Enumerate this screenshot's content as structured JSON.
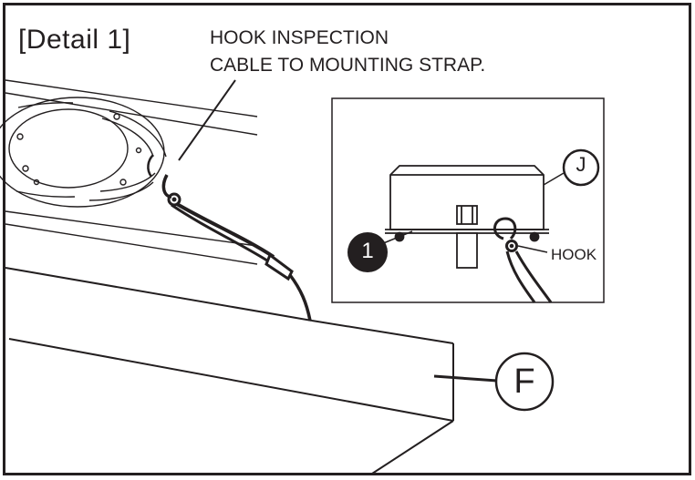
{
  "detail": {
    "title": "[Detail  1]",
    "instruction_line1": "HOOK  INSPECTION",
    "instruction_line2": "CABLE TO MOUNTING STRAP."
  },
  "callouts": {
    "hook_label": "HOOK",
    "j_marker": "J",
    "one_marker": "1",
    "f_marker": "F"
  },
  "colors": {
    "line": "#231f20",
    "background": "#ffffff"
  }
}
